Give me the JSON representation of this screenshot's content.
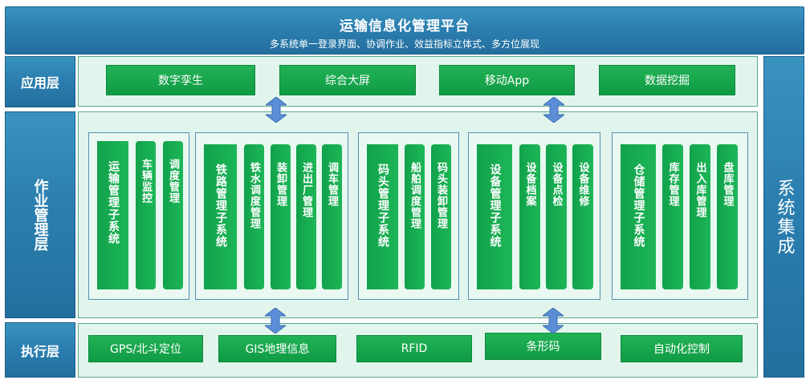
{
  "header": {
    "title": "运输信息化管理平台",
    "subtitle": "多系统单一登录界面、协调作业、效益指标立体式、多方位展现"
  },
  "layers": {
    "application": {
      "label": "应用层",
      "items": [
        "数字孪生",
        "综合大屏",
        "移动App",
        "数据挖掘"
      ]
    },
    "operation": {
      "label": "作业管理层",
      "groups": [
        {
          "main": "运输管理子系统",
          "subs": [
            "车辆监控",
            "调度管理"
          ]
        },
        {
          "main": "铁路管理子系统",
          "subs": [
            "铁水调度管理",
            "装卸管理",
            "进出厂管理",
            "调车管理"
          ]
        },
        {
          "main": "码头管理子系统",
          "subs": [
            "船舶调度管理",
            "码头装卸管理"
          ]
        },
        {
          "main": "设备管理子系统",
          "subs": [
            "设备档案",
            "设备点检",
            "设备维修"
          ]
        },
        {
          "main": "仓储管理子系统",
          "subs": [
            "库存管理",
            "出入库管理",
            "盘库管理"
          ]
        }
      ]
    },
    "execution": {
      "label": "执行层",
      "items": [
        "GPS/北斗定位",
        "GIS地理信息",
        "RFID",
        "条形码",
        "自动化控制"
      ]
    },
    "integration": {
      "label": "系统集成"
    }
  },
  "colors": {
    "band_blue": "#2b7fb0",
    "panel_bg": "#e2f5ed",
    "module_green": "#11a24b",
    "arrow_blue": "#5b8ed6"
  }
}
